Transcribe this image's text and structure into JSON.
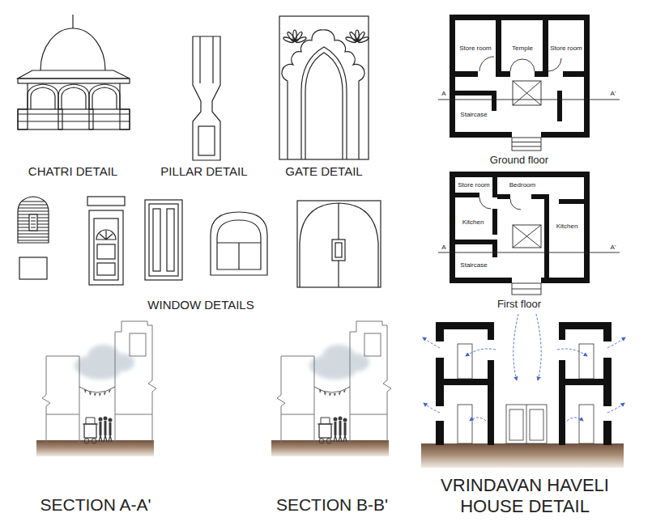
{
  "diagram": {
    "labels": [
      "CHATRI DETAIL",
      "PILLAR DETAIL",
      "GATE DETAIL",
      "Store room",
      "Temple",
      "Store room",
      "A",
      "A'",
      "Staircase",
      "Ground floor",
      "Store room",
      "Bedroom",
      "Kitchen",
      "Kitchen",
      "A",
      "A'",
      "Staircase",
      "First floor",
      "WINDOW DETAILS",
      "SECTION A-A'",
      "SECTION B-B'",
      "VRINDAVAN HAVELI HOUSE DETAIL"
    ]
  }
}
